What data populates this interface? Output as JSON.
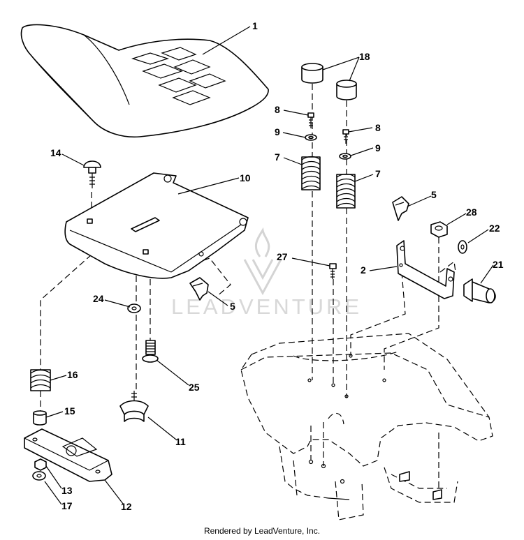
{
  "watermark": {
    "text": "LEADVENTURE"
  },
  "footer": {
    "text": "Rendered by LeadVenture, Inc."
  },
  "callouts": [
    {
      "id": "c1",
      "label": "1"
    },
    {
      "id": "c18",
      "label": "18"
    },
    {
      "id": "c8a",
      "label": "8"
    },
    {
      "id": "c8b",
      "label": "8"
    },
    {
      "id": "c9a",
      "label": "9"
    },
    {
      "id": "c9b",
      "label": "9"
    },
    {
      "id": "c7a",
      "label": "7"
    },
    {
      "id": "c7b",
      "label": "7"
    },
    {
      "id": "c14",
      "label": "14"
    },
    {
      "id": "c10",
      "label": "10"
    },
    {
      "id": "c5a",
      "label": "5"
    },
    {
      "id": "c28",
      "label": "28"
    },
    {
      "id": "c22",
      "label": "22"
    },
    {
      "id": "c27",
      "label": "27"
    },
    {
      "id": "c2",
      "label": "2"
    },
    {
      "id": "c21",
      "label": "21"
    },
    {
      "id": "c24",
      "label": "24"
    },
    {
      "id": "c5b",
      "label": "5"
    },
    {
      "id": "c16",
      "label": "16"
    },
    {
      "id": "c25",
      "label": "25"
    },
    {
      "id": "c15",
      "label": "15"
    },
    {
      "id": "c11",
      "label": "11"
    },
    {
      "id": "c13",
      "label": "13"
    },
    {
      "id": "c12",
      "label": "12"
    },
    {
      "id": "c17",
      "label": "17"
    }
  ]
}
